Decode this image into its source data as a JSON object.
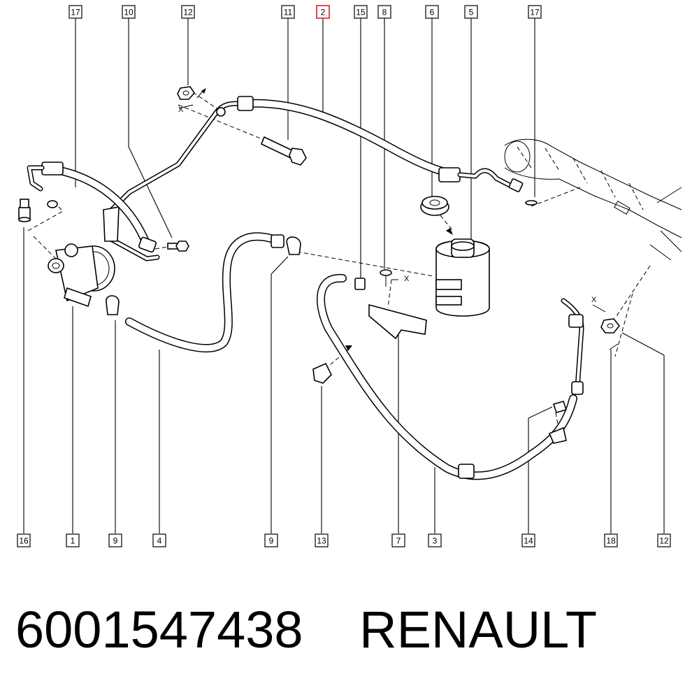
{
  "callouts": [
    {
      "id": "17",
      "highlighted": false
    },
    {
      "id": "10",
      "highlighted": false
    },
    {
      "id": "12",
      "highlighted": false
    },
    {
      "id": "11",
      "highlighted": false
    },
    {
      "id": "2",
      "highlighted": true
    },
    {
      "id": "15",
      "highlighted": false
    },
    {
      "id": "8",
      "highlighted": false
    },
    {
      "id": "6",
      "highlighted": false
    },
    {
      "id": "5",
      "highlighted": false
    },
    {
      "id": "17",
      "highlighted": false
    },
    {
      "id": "16",
      "highlighted": false
    },
    {
      "id": "1",
      "highlighted": false
    },
    {
      "id": "9",
      "highlighted": false
    },
    {
      "id": "4",
      "highlighted": false
    },
    {
      "id": "9",
      "highlighted": false
    },
    {
      "id": "13",
      "highlighted": false
    },
    {
      "id": "7",
      "highlighted": false
    },
    {
      "id": "3",
      "highlighted": false
    },
    {
      "id": "14",
      "highlighted": false
    },
    {
      "id": "18",
      "highlighted": false
    },
    {
      "id": "12",
      "highlighted": false
    }
  ],
  "axis_marks": [
    "X",
    "X",
    "X"
  ],
  "footer": {
    "part_number": "6001547438",
    "brand": "RENAULT"
  },
  "colors": {
    "highlight": "#e0201f",
    "line": "#000000",
    "background": "#ffffff"
  }
}
